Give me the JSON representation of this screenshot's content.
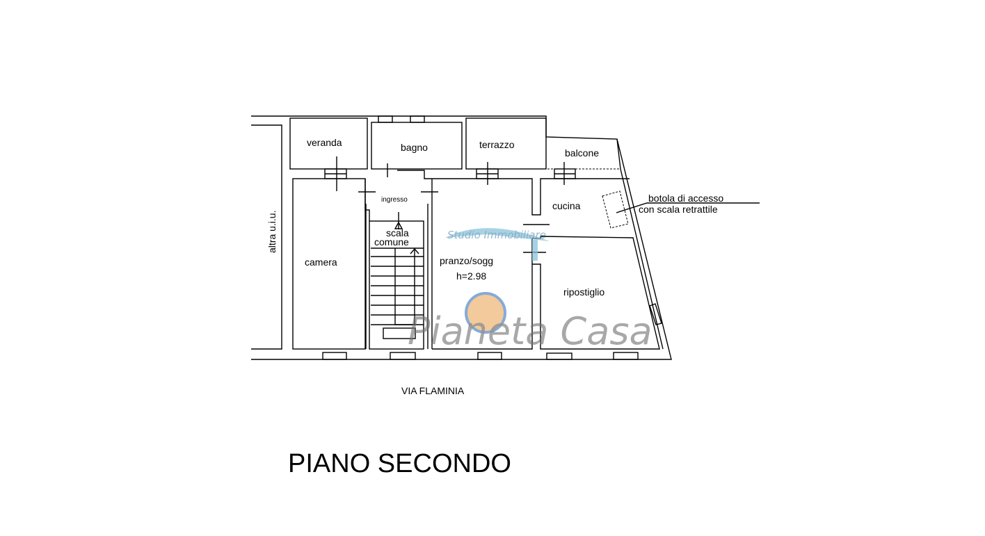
{
  "rooms": {
    "veranda": "veranda",
    "bagno": "bagno",
    "terrazzo": "terrazzo",
    "balcone": "balcone",
    "ingresso": "ingresso",
    "cucina": "cucina",
    "scala_1": "scala",
    "scala_2": "comune",
    "camera": "camera",
    "pranzo": "pranzo/sogg",
    "height": "h=2.98",
    "ripostiglio": "ripostiglio",
    "altra": "altra u.i.u."
  },
  "notes": {
    "botola_1": "botola di accesso",
    "botola_2": "con scala retrattile"
  },
  "street": "VIA FLAMINIA",
  "floor_title": "PIANO SECONDO",
  "watermark": {
    "line1": "Studio Immobiliare",
    "line2": "Pianeta Casa"
  }
}
